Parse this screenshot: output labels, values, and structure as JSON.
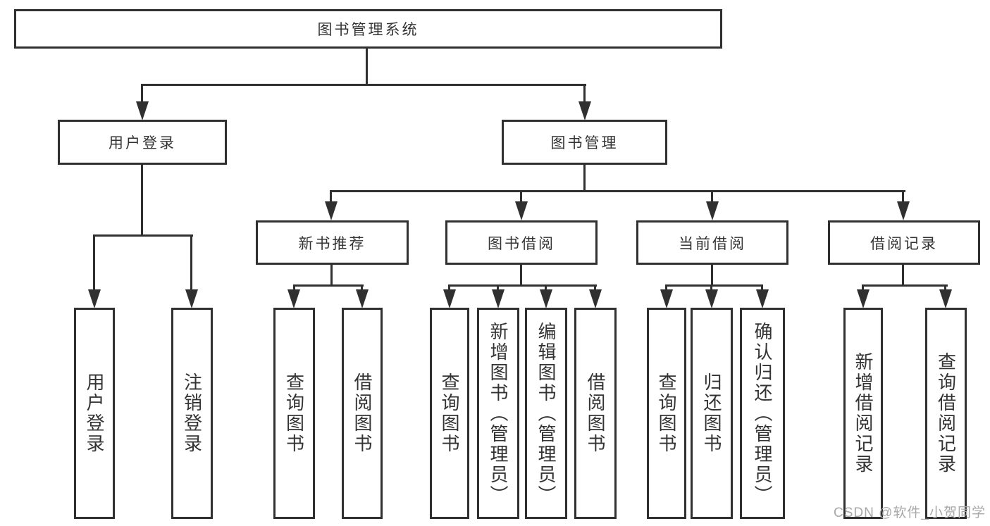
{
  "diagram": {
    "title": "图书管理系统",
    "watermark": "CSDN @软件_小贺同学",
    "colors": {
      "line": "#303030",
      "text": "#333333",
      "background": "#ffffff",
      "watermark": "#a8a8a8"
    },
    "root": {
      "label": "图书管理系统"
    },
    "level2": [
      {
        "id": "user-login",
        "label": "用户登录",
        "parent": "图书管理系统"
      },
      {
        "id": "book-management",
        "label": "图书管理",
        "parent": "图书管理系统"
      }
    ],
    "level3": [
      {
        "id": "new-book-recommendation",
        "label": "新书推荐",
        "parent": "图书管理"
      },
      {
        "id": "book-borrowing",
        "label": "图书借阅",
        "parent": "图书管理"
      },
      {
        "id": "current-borrowing",
        "label": "当前借阅",
        "parent": "图书管理"
      },
      {
        "id": "borrowing-records",
        "label": "借阅记录",
        "parent": "图书管理"
      }
    ],
    "leaves": [
      {
        "id": "leaf-user-login",
        "label": "用户登录",
        "parent": "用户登录"
      },
      {
        "id": "leaf-logout",
        "label": "注销登录",
        "parent": "用户登录"
      },
      {
        "id": "leaf-query-books-rec",
        "label": "查询图书",
        "parent": "新书推荐"
      },
      {
        "id": "leaf-borrow-books-rec",
        "label": "借阅图书",
        "parent": "新书推荐"
      },
      {
        "id": "leaf-query-books-borrow",
        "label": "查询图书",
        "parent": "图书借阅"
      },
      {
        "id": "leaf-add-book-admin",
        "label": "新增图书（管理员）",
        "parent": "图书借阅"
      },
      {
        "id": "leaf-edit-book-admin",
        "label": "编辑图书（管理员）",
        "parent": "图书借阅"
      },
      {
        "id": "leaf-borrow-books",
        "label": "借阅图书",
        "parent": "图书借阅"
      },
      {
        "id": "leaf-query-books-current",
        "label": "查询图书",
        "parent": "当前借阅"
      },
      {
        "id": "leaf-return-book",
        "label": "归还图书",
        "parent": "当前借阅"
      },
      {
        "id": "leaf-confirm-return-admin",
        "label": "确认归还（管理员）",
        "parent": "当前借阅"
      },
      {
        "id": "leaf-add-borrow-record",
        "label": "新增借阅记录",
        "parent": "借阅记录"
      },
      {
        "id": "leaf-query-borrow-record",
        "label": "查询借阅记录",
        "parent": "借阅记录"
      }
    ]
  }
}
